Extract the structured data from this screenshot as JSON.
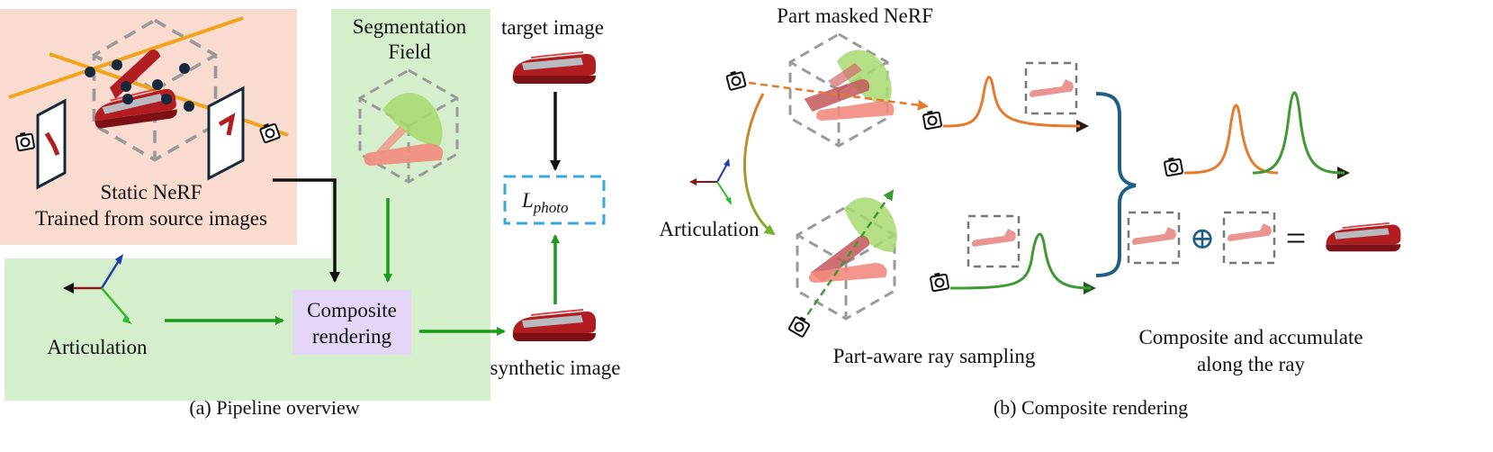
{
  "colors": {
    "static_bg": "#f9dccf",
    "green_bg": "#d5efcd",
    "composite_box": "#e3d6f7",
    "green_arrow": "#1c9a1c",
    "black_arrow": "#111111",
    "lphoto_box": "#38a8dd",
    "ray_orange": "#e67a2e",
    "ray_green": "#3f9a36",
    "brace": "#1f5e86",
    "stapler_red": "#b11d21",
    "mask_green": "#a8d970",
    "mask_pink": "#f28b7e",
    "cube_dash": "#9a9a9a",
    "axis_red": "#8b1515",
    "axis_blue": "#1b3fa8",
    "axis_green": "#2fbb2f",
    "rig_orange": "#f0a41c"
  },
  "panel_a": {
    "static_nerf_label": "Static NeRF",
    "static_nerf_sublabel": "Trained from source images",
    "segmentation_label_1": "Segmentation",
    "segmentation_label_2": "Field",
    "target_image_label": "target image",
    "lphoto_main": "L",
    "lphoto_sub": "photo",
    "articulation_label": "Articulation",
    "composite_label_1": "Composite",
    "composite_label_2": "rendering",
    "synthetic_image_label": "synthetic image",
    "caption": "(a) Pipeline overview"
  },
  "panel_b": {
    "part_masked_label": "Part masked NeRF",
    "articulation_label": "Articulation",
    "ray_sampling_label": "Part-aware ray sampling",
    "accumulate_label_1": "Composite and accumulate",
    "accumulate_label_2": "along the ray",
    "oplus_symbol": "⊕",
    "equals_symbol": "=",
    "caption": "(b) Composite rendering"
  },
  "icons": [
    "camera-icon",
    "axes-icon",
    "stapler-icon",
    "cube-icon",
    "brace-icon",
    "density-curve-icon"
  ]
}
